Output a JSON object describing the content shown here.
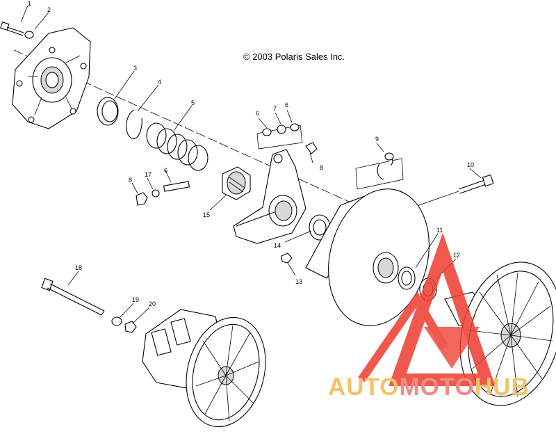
{
  "copyright": "© 2003 Polaris Sales Inc.",
  "callouts": [
    {
      "id": "c1",
      "label": "1"
    },
    {
      "id": "c2",
      "label": "2"
    },
    {
      "id": "c3",
      "label": "3"
    },
    {
      "id": "c4",
      "label": "4"
    },
    {
      "id": "c5",
      "label": "5"
    },
    {
      "id": "c6a",
      "label": "6"
    },
    {
      "id": "c7",
      "label": "7"
    },
    {
      "id": "c6b",
      "label": "6"
    },
    {
      "id": "c6c",
      "label": "6"
    },
    {
      "id": "c8a",
      "label": "8"
    },
    {
      "id": "c8b",
      "label": "8"
    },
    {
      "id": "c9",
      "label": "9"
    },
    {
      "id": "c10",
      "label": "10"
    },
    {
      "id": "c11",
      "label": "11"
    },
    {
      "id": "c12",
      "label": "12"
    },
    {
      "id": "c13",
      "label": "13"
    },
    {
      "id": "c14",
      "label": "14"
    },
    {
      "id": "c15",
      "label": "15"
    },
    {
      "id": "c17",
      "label": "17"
    },
    {
      "id": "c18",
      "label": "18"
    },
    {
      "id": "c19",
      "label": "19"
    },
    {
      "id": "c20",
      "label": "20"
    }
  ],
  "watermark": {
    "part1": "AUTO",
    "part2": "MOTO",
    "part3": "HUB",
    "color1": "#f2c26a",
    "color2": "#f08c82",
    "color3": "#f2c26a",
    "logo_color": "#ee3b2f"
  }
}
